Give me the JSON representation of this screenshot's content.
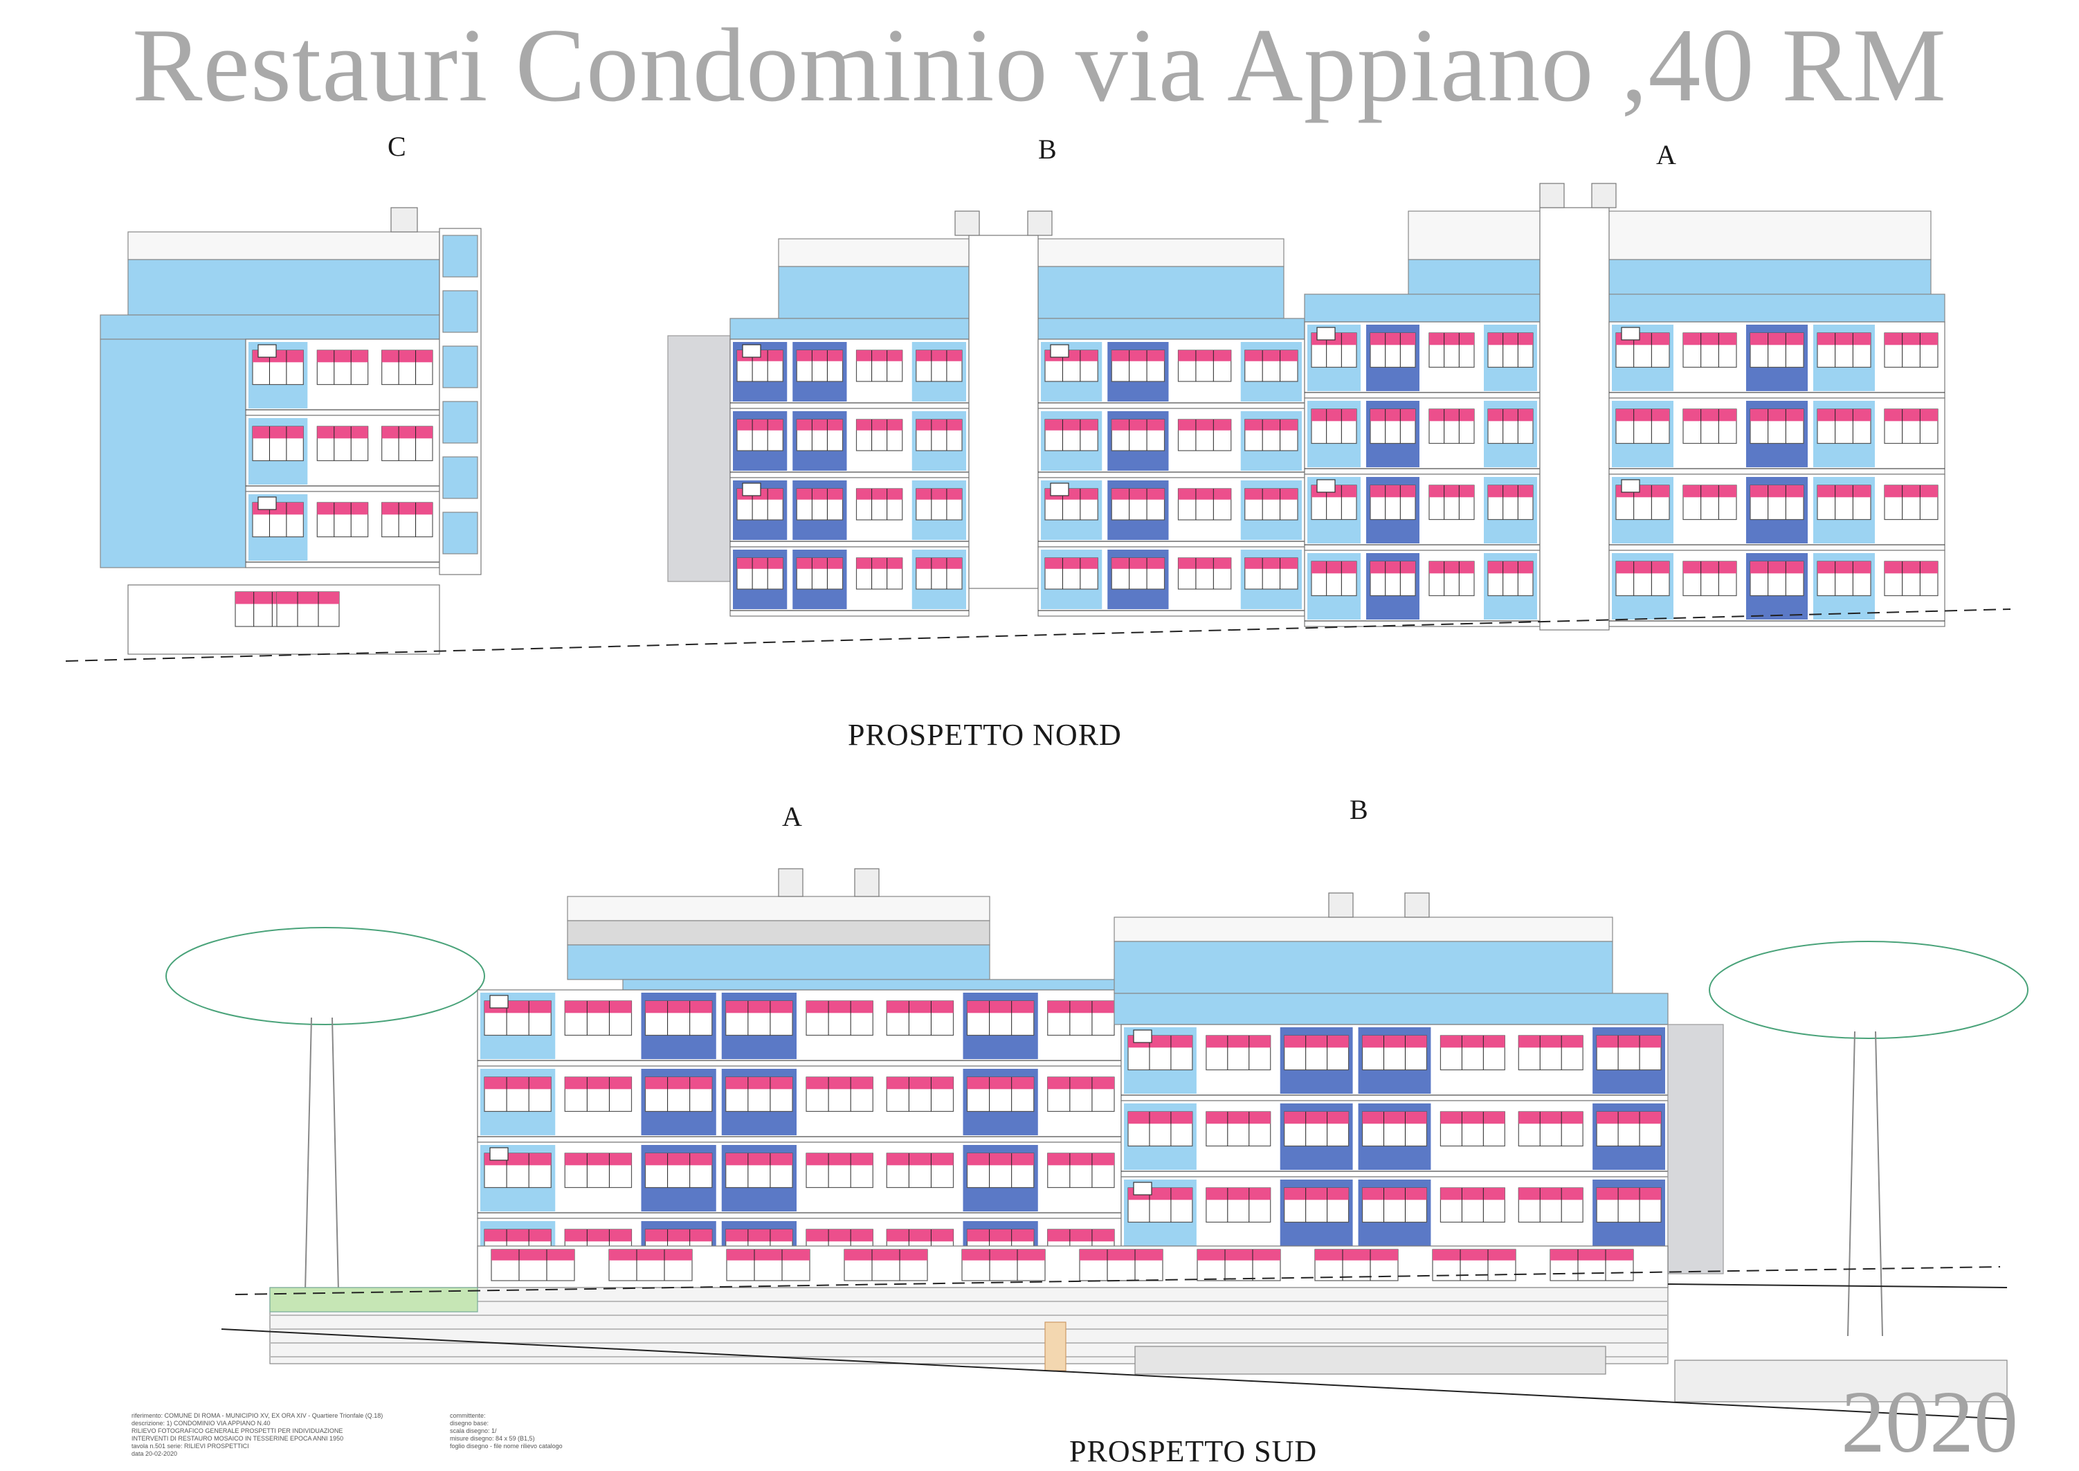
{
  "title": "Restauri Condominio via Appiano ,40 RM",
  "year": "2020",
  "north": {
    "caption": "PROSPETTO NORD",
    "labels": {
      "c": "C",
      "b": "B",
      "a": "A"
    }
  },
  "south": {
    "caption": "PROSPETTO SUD",
    "labels": {
      "a": "A",
      "b": "B"
    }
  },
  "legend_left": [
    "riferimento: COMUNE DI ROMA - MUNICIPIO XV, EX ORA XIV - Quartiere Trionfale (Q.18)",
    "descrizione: 1) CONDOMINIO VIA APPIANO N.40",
    "RILIEVO FOTOGRAFICO GENERALE PROSPETTI PER INDIVIDUAZIONE",
    "INTERVENTI DI RESTAURO MOSAICO IN TESSERINE EPOCA ANNI 1950",
    "tavola n.501  serie: RILIEVI PROSPETTICI",
    "data 20-02-2020"
  ],
  "legend_right": [
    "committente:",
    "disegno base:",
    "scala disegno: 1/",
    "misure disegno: 84 x 59 (B1,5)",
    "foglio disegno - file nome rilievo catalogo"
  ],
  "colors": {
    "tile_light": "#9cd3f2",
    "tile_dark": "#5b79c6",
    "window_pink": "#ec4f8c",
    "wall_grey": "#d7d8db",
    "tree": "#4aa37a"
  }
}
